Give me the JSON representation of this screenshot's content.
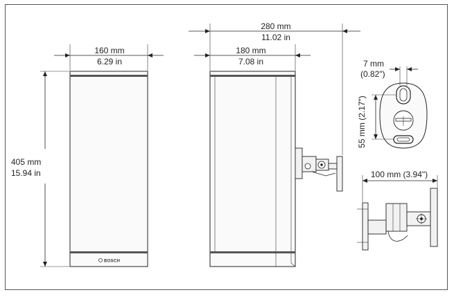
{
  "brand": {
    "logo_text": "BOSCH"
  },
  "front_view": {
    "width_mm": "160 mm",
    "width_in": "6.29 in",
    "height_mm": "405 mm",
    "height_in": "15.94 in"
  },
  "side_view": {
    "overall_depth_mm": "280 mm",
    "overall_depth_in": "11.02 in",
    "body_depth_mm": "180 mm",
    "body_depth_in": "7.08 in"
  },
  "bracket_front": {
    "slot_width": "7 mm",
    "slot_width_in": "(0.82\")",
    "hole_spacing": "55 mm (2.17\")"
  },
  "bracket_side": {
    "depth": "100 mm (3.94\")"
  }
}
